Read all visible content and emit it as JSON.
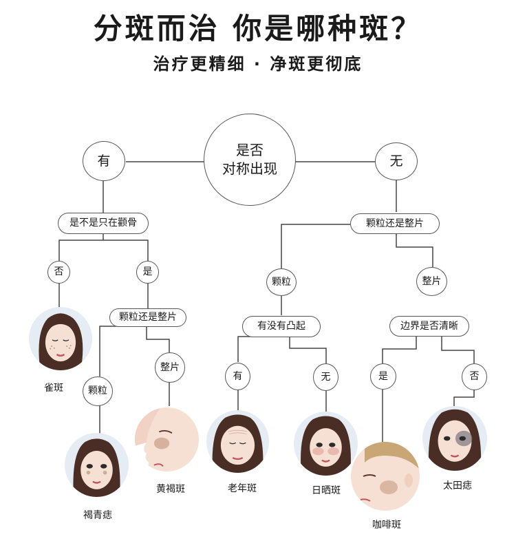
{
  "header": {
    "title": "分斑而治  你是哪种斑？",
    "subtitle": "治疗更精细 · 净斑更彻底"
  },
  "tree": {
    "root": "是否\n对称出现",
    "yes": "有",
    "no": "无",
    "q_cheekbone": "是不是只在颧骨",
    "cheek_no": "否",
    "cheek_yes": "是",
    "q_grain_left": "颗粒还是整片",
    "grain_left": "颗粒",
    "patch_left": "整片",
    "q_grain_right": "颗粒还是整片",
    "grain_right": "颗粒",
    "patch_right": "整片",
    "q_raised": "有没有凸起",
    "raised_yes": "有",
    "raised_no": "无",
    "q_border": "边界是否清晰",
    "border_yes": "是",
    "border_no": "否"
  },
  "results": {
    "freckle": "雀斑",
    "hori": "褐青痣",
    "chloasma": "黄褐斑",
    "senile": "老年斑",
    "sunspot": "日晒斑",
    "cafe": "咖啡斑",
    "ota": "太田痣"
  },
  "colors": {
    "line": "#444444",
    "skin": "#f6dfd3",
    "hair": "#4a2e25",
    "blonde": "#c9a676",
    "spot": "#b07a5a",
    "bg_face": "#e9eef4"
  }
}
